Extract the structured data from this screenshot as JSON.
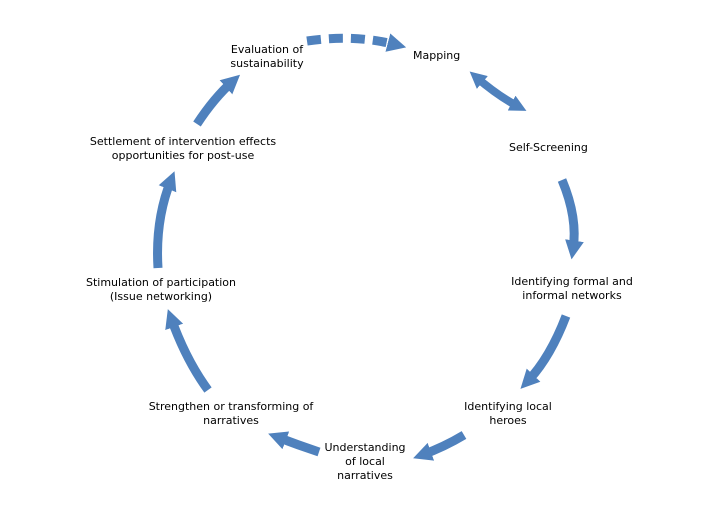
{
  "diagram": {
    "arrow_color": "#4F81BD",
    "text_color": "#000000",
    "background": "#FFFFFF",
    "steps": [
      {
        "id": "mapping",
        "lines": [
          "Mapping"
        ]
      },
      {
        "id": "self-screening",
        "lines": [
          "Self-Screening"
        ]
      },
      {
        "id": "identifying-networks",
        "lines": [
          "Identifying formal and",
          "informal networks"
        ]
      },
      {
        "id": "identifying-local-heroes",
        "lines": [
          "Identifying local",
          "heroes"
        ]
      },
      {
        "id": "understanding-local-narratives",
        "lines": [
          "Understanding",
          "of local",
          "narratives"
        ]
      },
      {
        "id": "strengthen-narratives",
        "lines": [
          "Strengthen or transforming of",
          "narratives"
        ]
      },
      {
        "id": "stimulation-participation",
        "lines": [
          "Stimulation of participation",
          "(Issue networking)"
        ]
      },
      {
        "id": "settlement-effects",
        "lines": [
          "Settlement of intervention effects",
          "opportunities for post-use"
        ]
      },
      {
        "id": "evaluation-sustainability",
        "lines": [
          "Evaluation of",
          "sustainability"
        ]
      }
    ]
  }
}
